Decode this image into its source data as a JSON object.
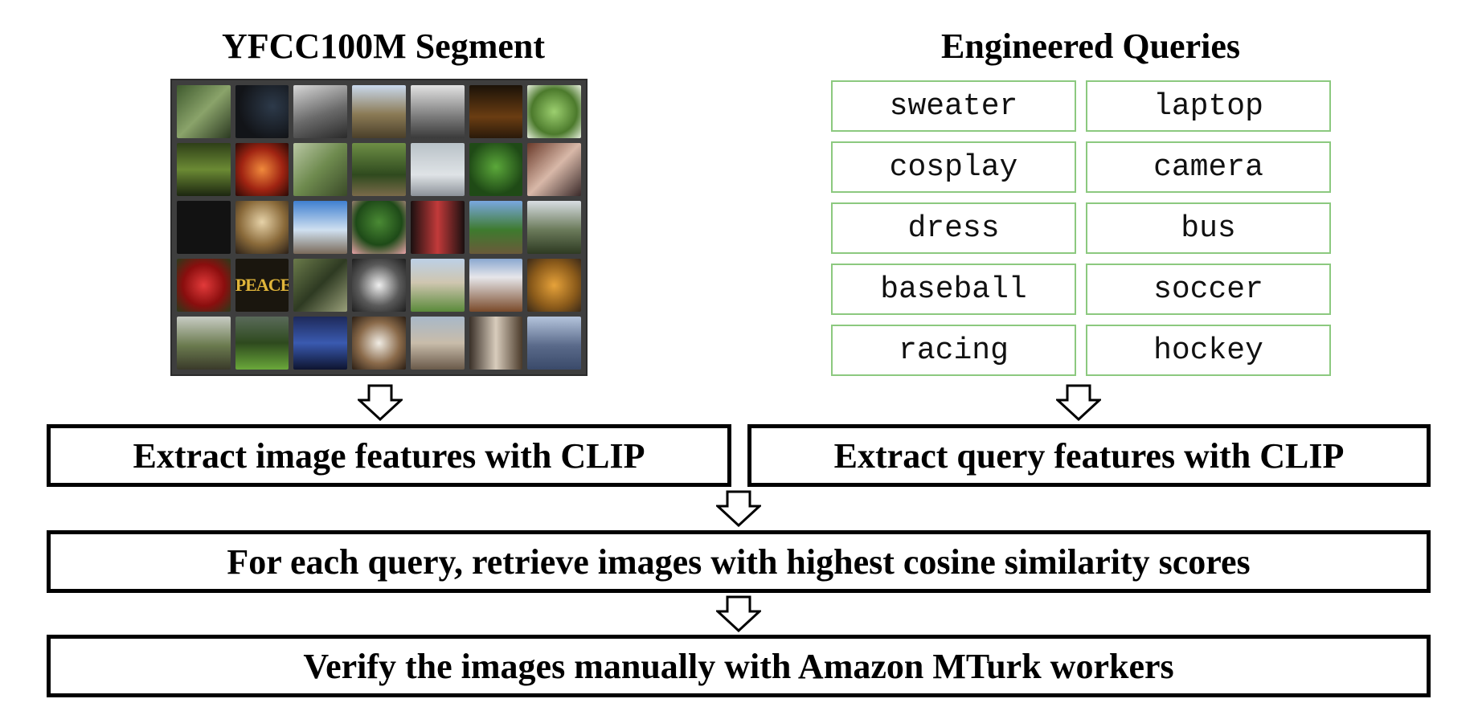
{
  "left_panel": {
    "title": "YFCC100M Segment",
    "thumbnail_text": "PEACE"
  },
  "right_panel": {
    "title": "Engineered Queries",
    "queries": [
      "sweater",
      "laptop",
      "cosplay",
      "camera",
      "dress",
      "bus",
      "baseball",
      "soccer",
      "racing",
      "hockey"
    ]
  },
  "steps": {
    "extract_image": "Extract image features with CLIP",
    "extract_query": "Extract query features with CLIP",
    "retrieve": "For each query, retrieve images with highest cosine similarity scores",
    "verify": "Verify the images manually with Amazon MTurk workers"
  },
  "colors": {
    "query_border": "#8cc97f",
    "grid_background": "#3e3e3e"
  }
}
